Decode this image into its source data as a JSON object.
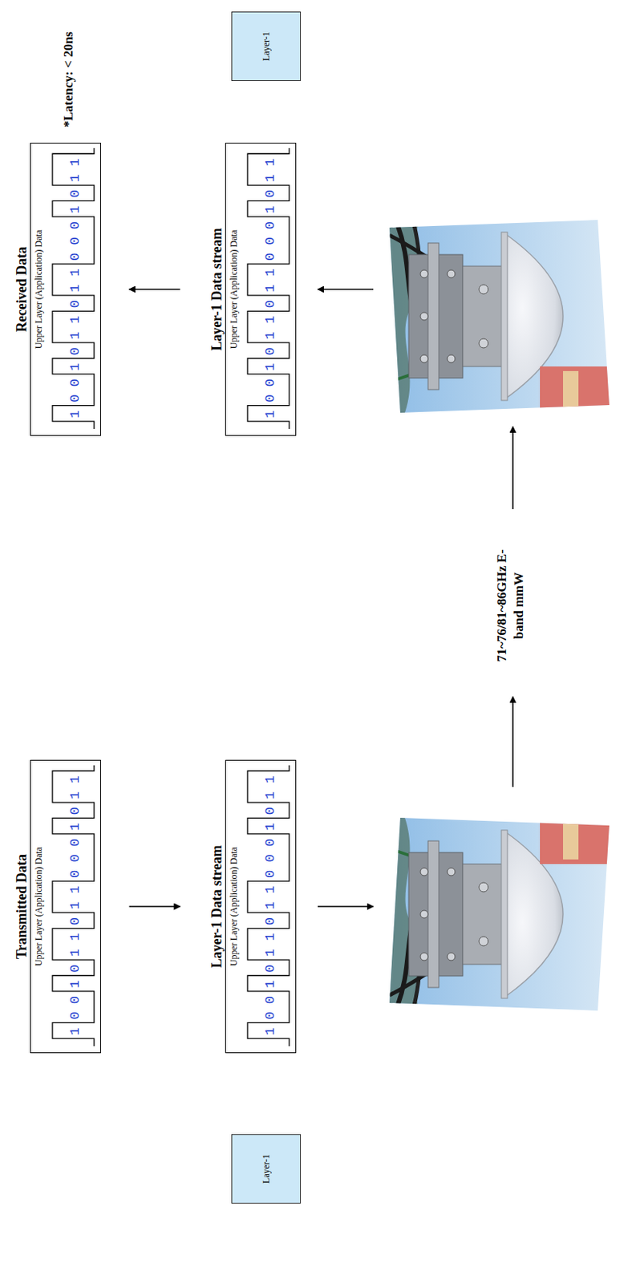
{
  "diagram": {
    "nodes": [
      {
        "text": [
          "Transmitted Data",
          "Upper Layer (Application) Data",
          "1 0 0 1 0 1 1 0 1 1 0 0 0 1 0 1 1"
        ]
      },
      {
        "text": [
          "Received Data",
          "Upper Layer (Application) Data",
          "1 0 0 1 0 1 1 0 1 1 0 0 0 1 0 1 1"
        ]
      },
      {
        "text": [
          "Layer-1"
        ]
      },
      {
        "text": [
          "Layer-1 Data stream",
          "Upper Layer (Application) Data",
          "1 0 0 1 0 1 1 0 1 1 0 0 0 1 0 1 1"
        ]
      },
      {
        "text": [
          "Layer-1 Data stream",
          "Upper Layer (Application) Data",
          "1 0 0 1 0 1 1 0 1 1 0 0 0 1 0 1 1"
        ]
      },
      {
        "text": [
          "Layer-1"
        ]
      }
    ],
    "edges": [
      {
        "from": 0,
        "to": 3,
        "arrow": "to"
      },
      {
        "from": 4,
        "to": 1,
        "arrow": "to"
      }
    ],
    "labels": [
      "71~76/81~86GHz E-band mmW",
      "*Latency: < 20ns"
    ]
  }
}
